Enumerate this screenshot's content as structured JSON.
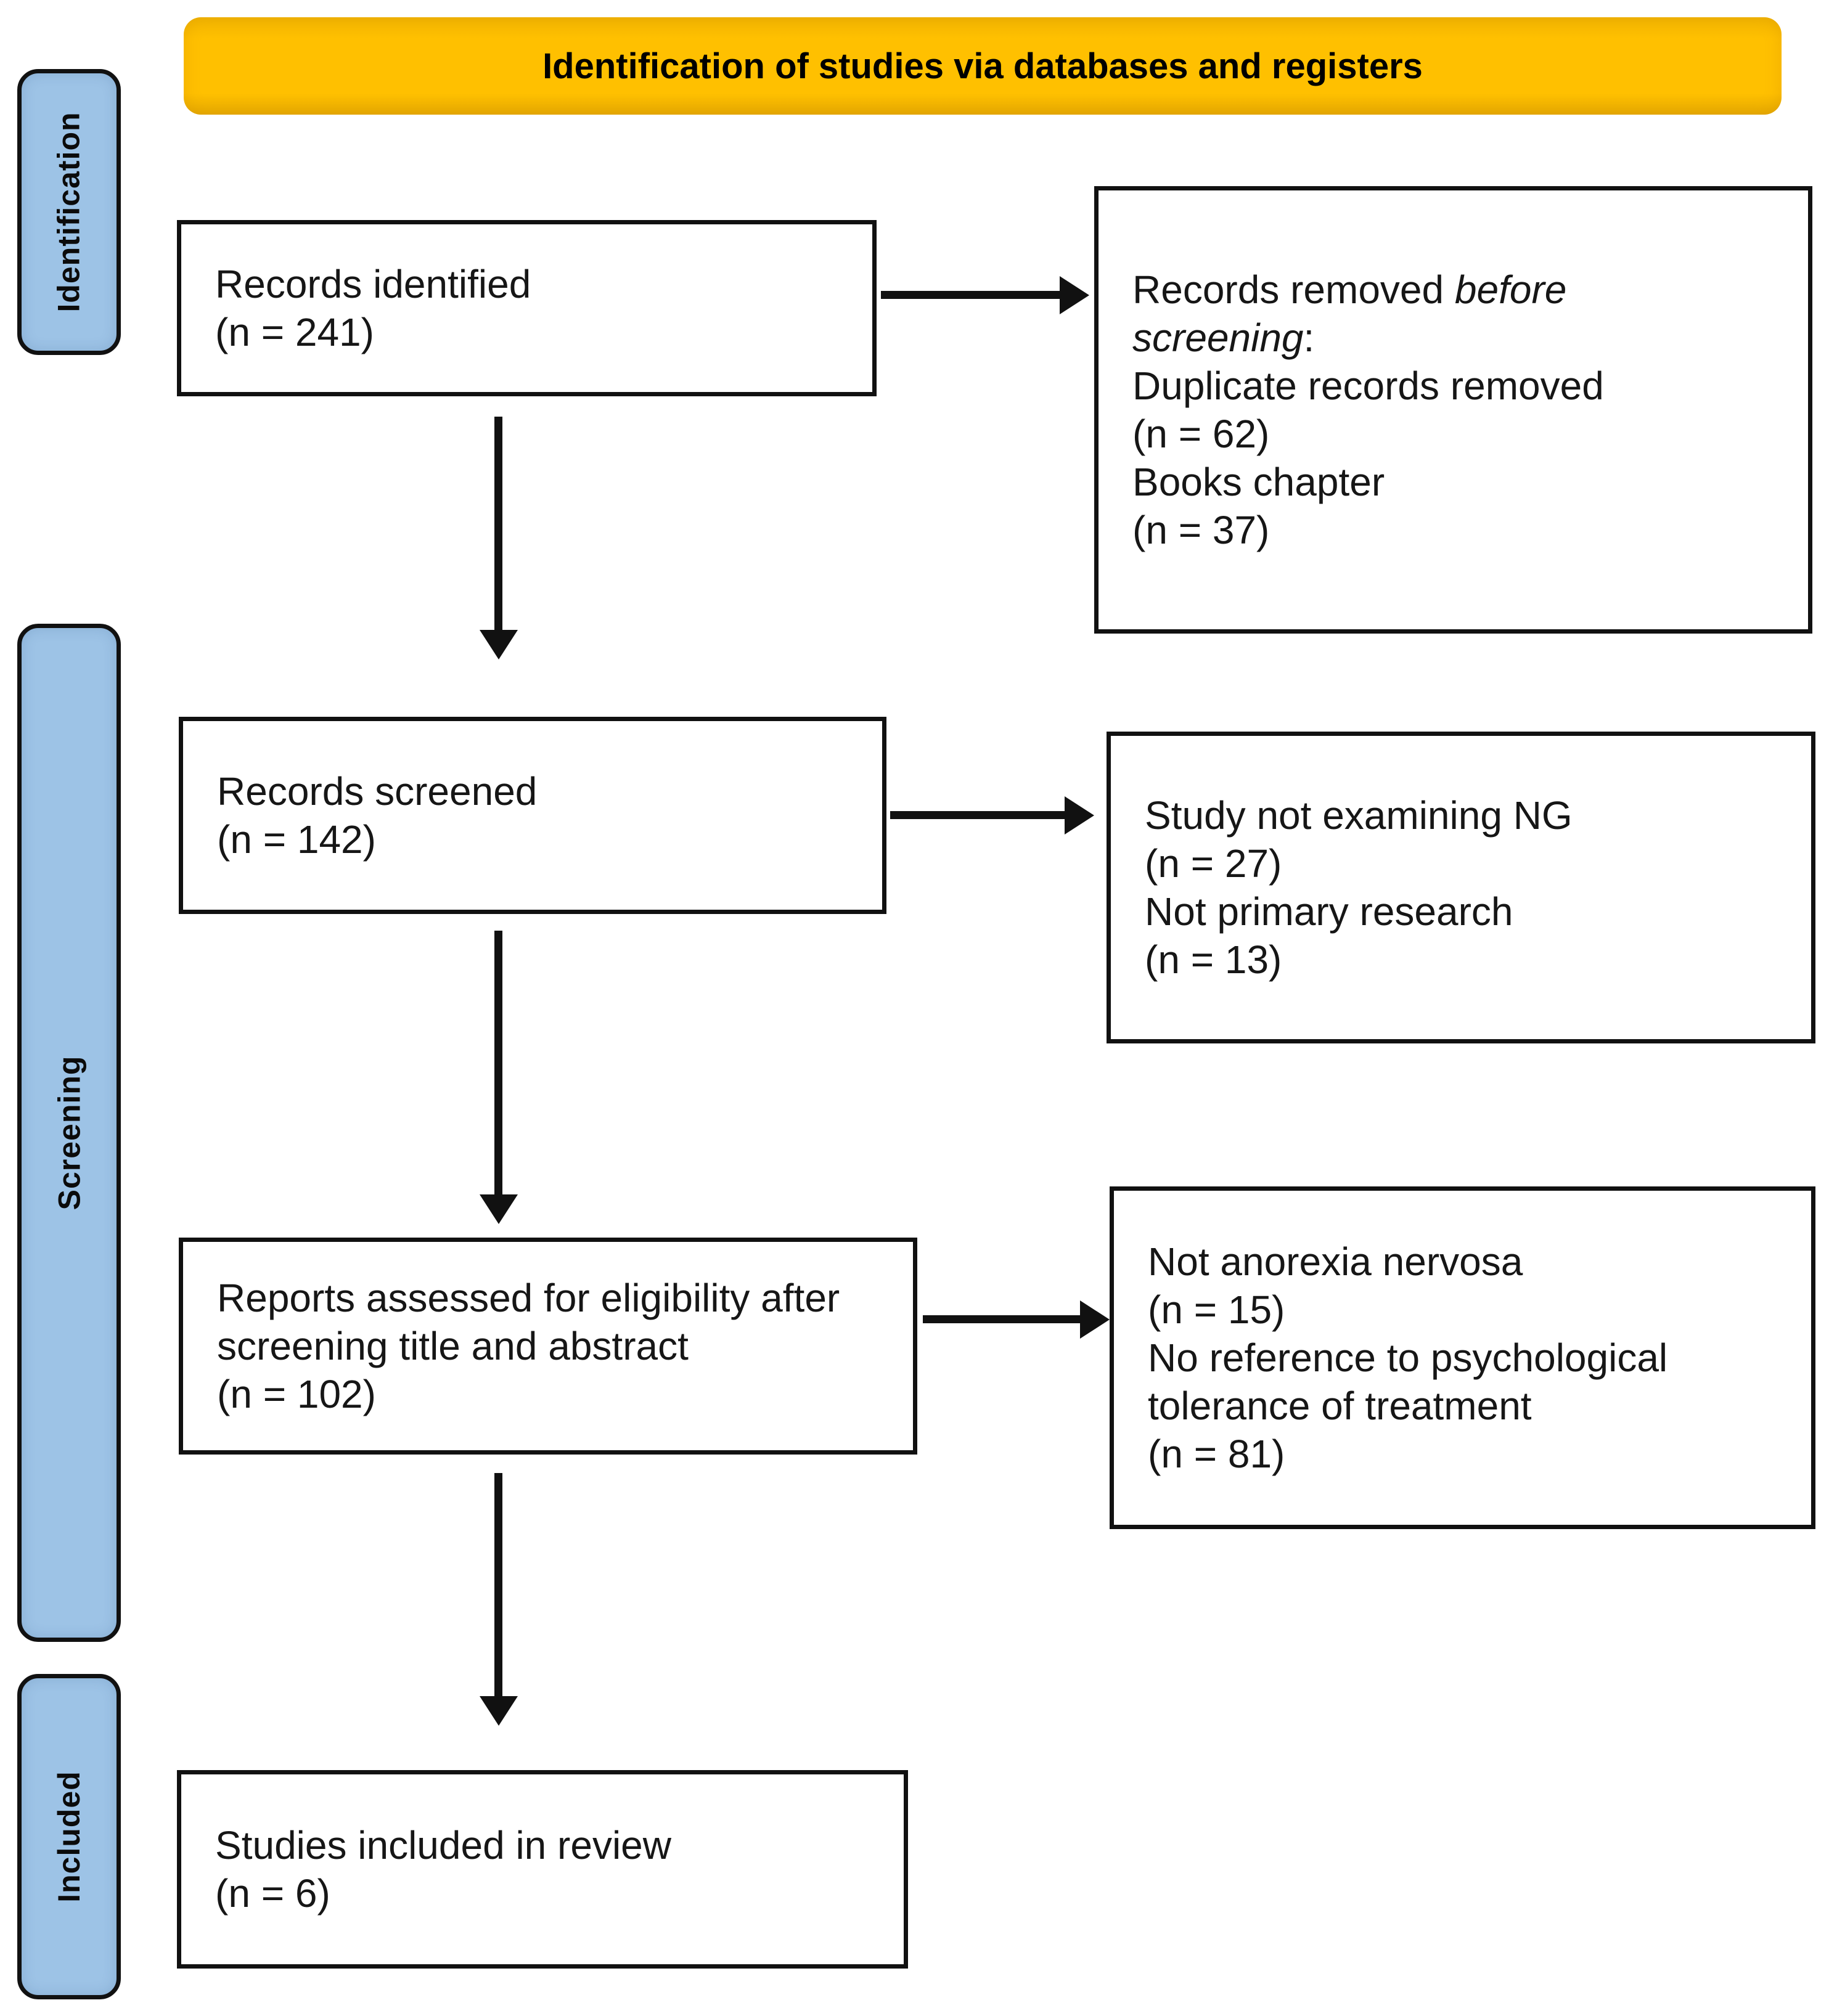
{
  "banner": {
    "title": "Identification of studies via databases and registers"
  },
  "sidebar": {
    "identification": "Identification",
    "screening": "Screening",
    "included": "Included"
  },
  "flow": {
    "records_identified": {
      "title": "Records identified",
      "count": "(n = 241)"
    },
    "records_screened": {
      "title": "Records screened",
      "count": "(n = 142)"
    },
    "reports_assessed": {
      "title": "Reports assessed for eligibility after screening title and abstract",
      "count": "(n = 102)"
    },
    "studies_included": {
      "title": "Studies included in review",
      "count": "(n = 6)"
    }
  },
  "exclusions": {
    "before_screening": {
      "heading_regular": "Records removed",
      "heading_italic": "before screening",
      "heading_colon": ":",
      "reasons": [
        {
          "label": "Duplicate records removed",
          "count": "(n = 62)"
        },
        {
          "label": "Books chapter",
          "count": "(n = 37)"
        }
      ]
    },
    "screening": {
      "reasons": [
        {
          "label": "Study not examining NG",
          "count": "(n = 27)"
        },
        {
          "label": "Not primary research",
          "count": "(n = 13)"
        }
      ]
    },
    "eligibility": {
      "reasons": [
        {
          "label": "Not anorexia nervosa",
          "count": "(n = 15)"
        },
        {
          "label": "No reference to psychological tolerance of treatment",
          "count": "(n = 81)"
        }
      ]
    }
  },
  "colors": {
    "banner_bg": "#FFC000",
    "stage_bg": "#9DC3E6",
    "border": "#111111",
    "arrow": "#111111"
  }
}
